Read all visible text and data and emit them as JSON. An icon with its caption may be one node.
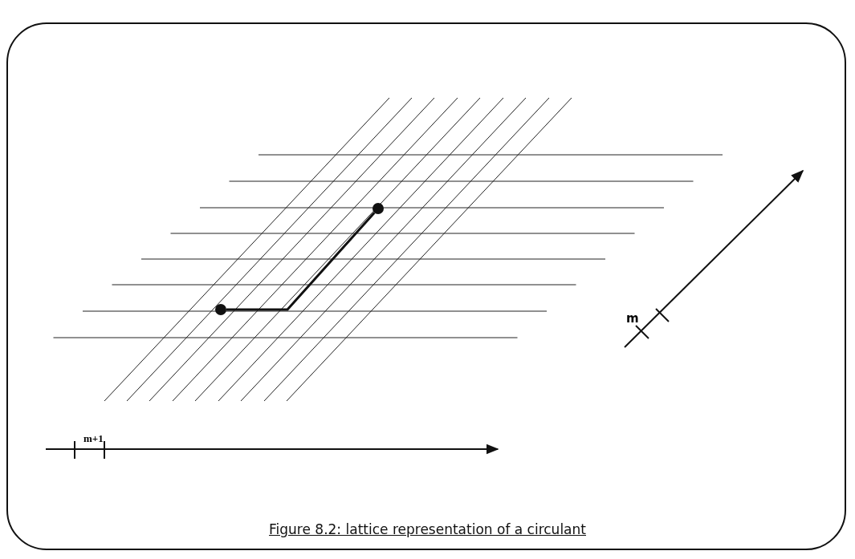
{
  "diagram": {
    "caption": "Figure 8.2: lattice representation of a circulant",
    "nodes": [
      {
        "text": [],
        "shape": "circle"
      },
      {
        "text": [],
        "shape": "circle"
      }
    ],
    "edges": [
      {
        "from": 0,
        "to": 1,
        "arrow": "none"
      }
    ],
    "labels": [
      "m+1",
      "m"
    ]
  }
}
